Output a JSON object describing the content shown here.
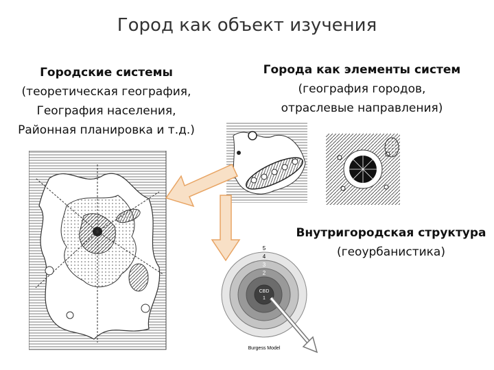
{
  "title": "Город как объект изучения",
  "left_block": {
    "heading": "Городские системы",
    "lines": [
      "(теоретическая география,",
      "География населения,",
      "Районная планировка и т.д.)"
    ]
  },
  "right_block": {
    "heading": "Города как элементы систем",
    "lines": [
      "(география городов,",
      "отраслевые направления)"
    ]
  },
  "inner_block": {
    "heading": "Внутригородская структура",
    "line": "(геоурбанистика)"
  },
  "burgess": {
    "zone_numbers": [
      "5",
      "4",
      "3",
      "2",
      "1"
    ],
    "center_label": "CBD",
    "caption": "Burgess Model"
  },
  "colors": {
    "arrow_fill": "#f8e0c6",
    "arrow_stroke": "#e8a463"
  }
}
